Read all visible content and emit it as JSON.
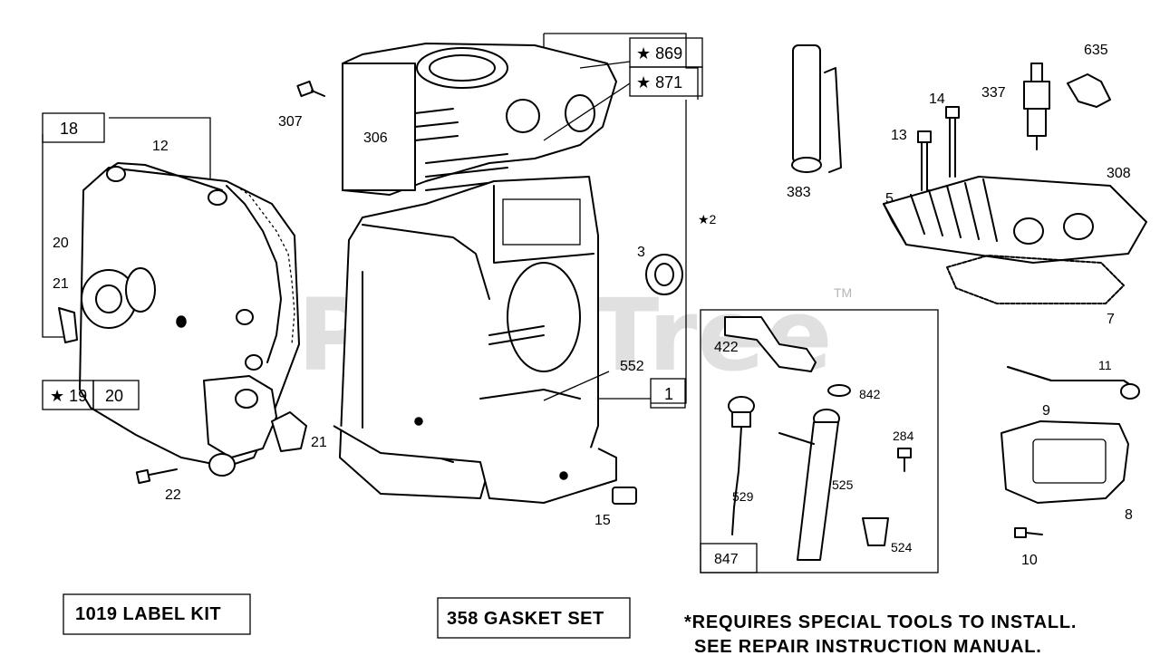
{
  "watermark": {
    "text": "PartsTree",
    "trademark": "TM"
  },
  "boxed_labels": {
    "b18": "18",
    "b19": "★ 19",
    "b20": "20",
    "b869": "★ 869",
    "b871": "★ 871",
    "b1": "1",
    "b847": "847"
  },
  "part_labels": {
    "p12": "12",
    "p20": "20",
    "p21a": "21",
    "p21b": "21",
    "p22": "22",
    "p307": "307",
    "p306": "306",
    "p2": "★2",
    "p3": "3",
    "p552": "552",
    "p15": "15",
    "p383": "383",
    "p635": "635",
    "p337": "337",
    "p14": "14",
    "p13": "13",
    "p5": "5",
    "p308": "308",
    "p7": "7",
    "p422": "422",
    "p842": "842",
    "p284": "284",
    "p529": "529",
    "p525": "525",
    "p524": "524",
    "p11": "11",
    "p9": "9",
    "p8": "8",
    "p10": "10"
  },
  "kits": {
    "label_kit": "1019 LABEL KIT",
    "gasket_set": "358 GASKET SET"
  },
  "note": {
    "line1": "*REQUIRES SPECIAL TOOLS TO INSTALL.",
    "line2": "SEE REPAIR INSTRUCTION MANUAL."
  }
}
